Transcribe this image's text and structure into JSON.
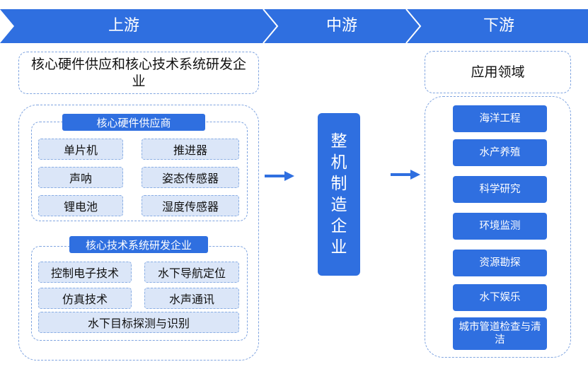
{
  "banner": {
    "upstream": "上游",
    "midstream": "中游",
    "downstream": "下游"
  },
  "upstream": {
    "title": "核心硬件供应和核心技术系统研发企业",
    "hardware": {
      "label": "核心硬件供应商",
      "items": [
        "单片机",
        "推进器",
        "声呐",
        "姿态传感器",
        "锂电池",
        "湿度传感器"
      ]
    },
    "tech": {
      "label": "核心技术系统研发企业",
      "items": [
        "控制电子技术",
        "水下导航定位",
        "仿真技术",
        "水声通讯",
        "水下目标探测与识别"
      ]
    }
  },
  "midstream": {
    "chars": [
      "整",
      "机",
      "制",
      "造",
      "企",
      "业"
    ]
  },
  "downstream": {
    "title": "应用领域",
    "items": [
      "海洋工程",
      "水产养殖",
      "科学研究",
      "环境监测",
      "资源勘探",
      "水下娱乐",
      "城市管道检查与清洁"
    ]
  },
  "colors": {
    "primary": "#2f6fe0",
    "light_cell": "#dbe6f8",
    "dashed_border": "#7fa4e0"
  }
}
